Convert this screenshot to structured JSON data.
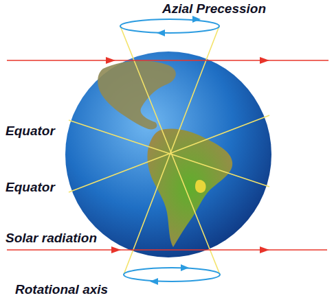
{
  "diagram": {
    "labels": [
      "Azial Precession",
      "Equator",
      "Equator",
      "Solar radiation",
      "Rotational axis"
    ]
  }
}
